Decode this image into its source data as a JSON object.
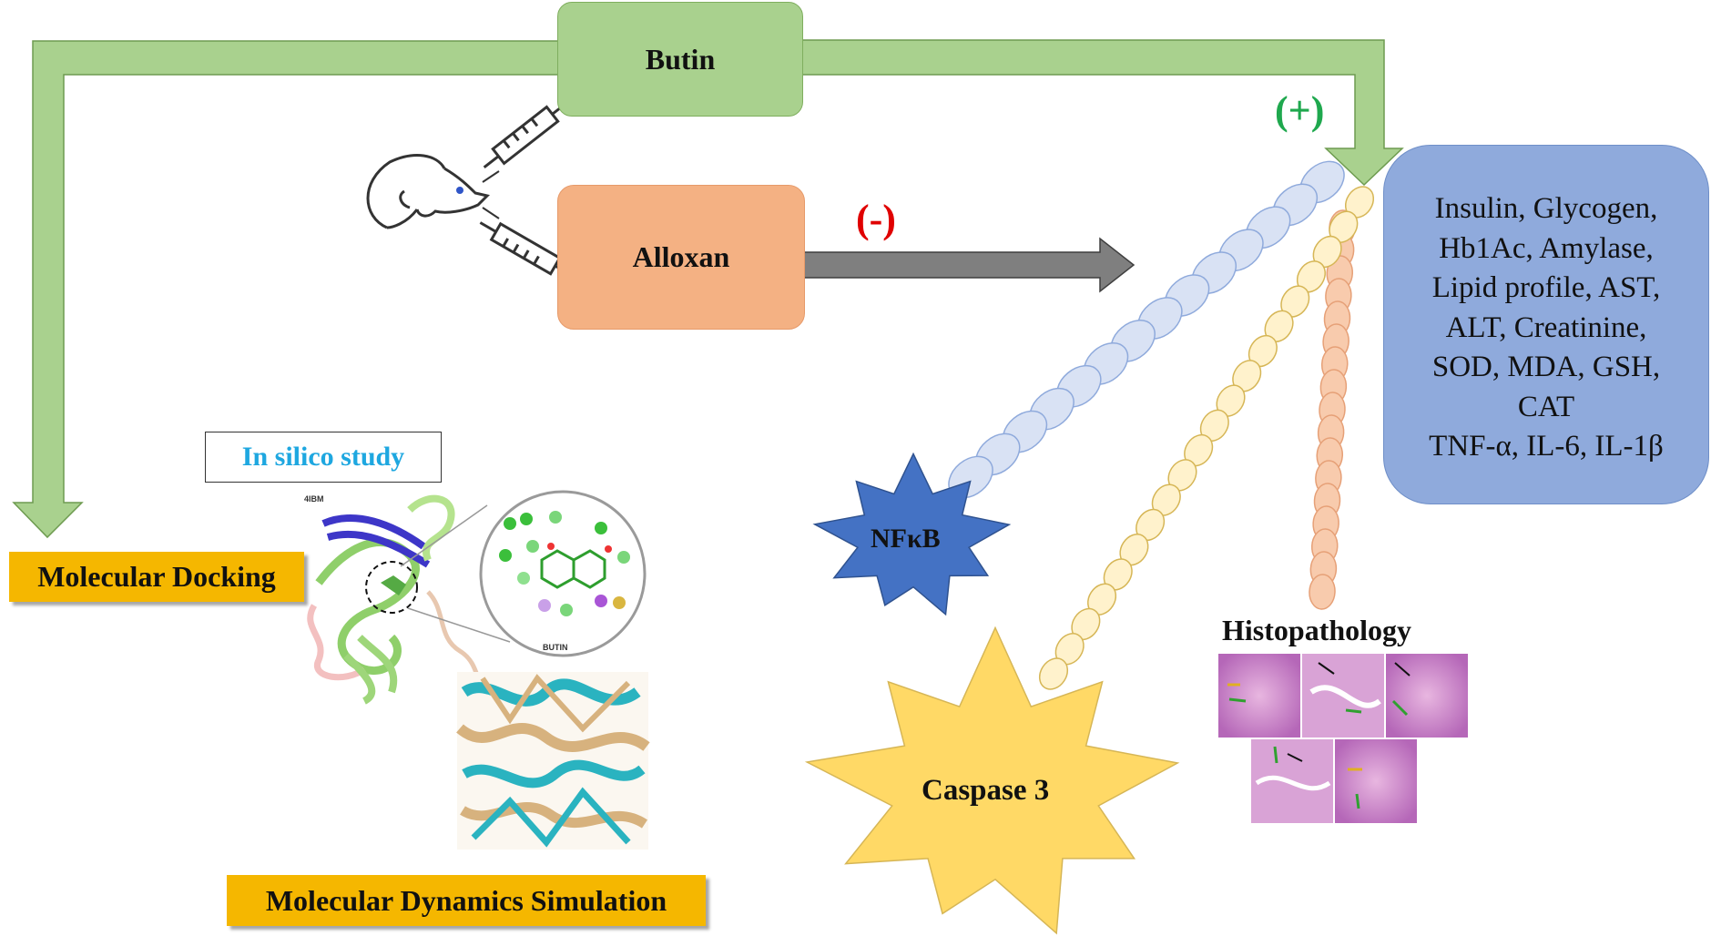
{
  "nodes": {
    "butin": "Butin",
    "alloxan": "Alloxan",
    "minus_sign": "(-)",
    "plus_sign": "(+)",
    "in_silico": "In silico study",
    "molecular_docking": "Molecular Docking",
    "molecular_dynamics": "Molecular Dynamics Simulation",
    "nfkb": "NFκB",
    "caspase3": "Caspase 3",
    "histopathology": "Histopathology",
    "protein_label": "4IBM",
    "ligand_label": "BUTIN"
  },
  "markers": [
    "Insulin, Glycogen,",
    "Hb1Ac, Amylase,",
    "Lipid profile, AST,",
    "ALT, Creatinine,",
    "SOD, MDA, GSH,",
    "CAT",
    "TNF-α, IL-6, IL-1β"
  ],
  "colors": {
    "green_arrow": "#a9d18e",
    "butin_box": "#a9d18e",
    "alloxan_box": "#f4b183",
    "gray_arrow": "#7f7f7f",
    "markers_box": "#8faadc",
    "nfkb_star": "#4472c4",
    "caspase_star": "#ffd966",
    "label_highlight": "#f5b700",
    "minus_red": "#e00000",
    "plus_green": "#1fa84e",
    "in_silico_text": "#1ea7e0"
  }
}
